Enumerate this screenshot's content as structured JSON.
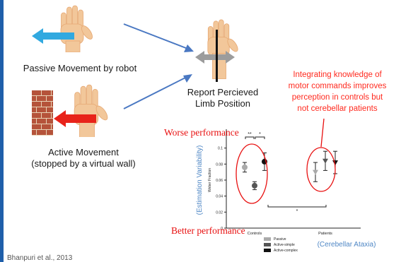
{
  "labels": {
    "passive": "Passive Movement by robot",
    "active_line1": "Active Movement",
    "active_line2": "(stopped by a virtual wall)",
    "report_line1": "Report Percieved",
    "report_line2": "Limb Position",
    "note_line1": "Integrating knowledge of",
    "note_line2": "motor commands improves",
    "note_line3": "perception in controls but",
    "note_line4": "not cerebellar patients",
    "worse": "Worse performance",
    "better": "Better performance",
    "citation": "Bhanpuri et al., 2013"
  },
  "colors": {
    "skin": "#f2c79a",
    "skin_shade": "#e6a873",
    "blue_arrow": "#31a9e0",
    "red_arrow": "#e8231a",
    "flow_arrow": "#4a78c2",
    "brick": "#b5533a",
    "mortar": "#e8d2b5",
    "grey_arrow": "#9c9c9c",
    "accent_red": "#ff2a1f",
    "axis_blue": "#4f87c5"
  },
  "chart_data": {
    "type": "scatter",
    "ylabel": "Weber Fraction",
    "ylabel_outer": "(Estimation Variability)",
    "ylim": [
      0,
      0.12
    ],
    "yticks": [
      "0",
      "0.02",
      "0.04",
      "0.06",
      "0.08",
      "0.1"
    ],
    "categories": [
      "Controls",
      "Patients"
    ],
    "group_label_outer": "(Cerebellar Ataxia)",
    "series": [
      {
        "name": "Passive",
        "color": "#aaaaaa",
        "values": [
          0.076,
          0.07
        ]
      },
      {
        "name": "Active-simple",
        "color": "#555555",
        "values": [
          0.053,
          0.084
        ]
      },
      {
        "name": "Active-complex",
        "color": "#111111",
        "values": [
          0.083,
          0.082
        ]
      }
    ],
    "errors": [
      [
        0.006,
        0.012
      ],
      [
        0.005,
        0.012
      ],
      [
        0.011,
        0.014
      ]
    ],
    "significance": [
      "**",
      "*",
      "*"
    ]
  }
}
